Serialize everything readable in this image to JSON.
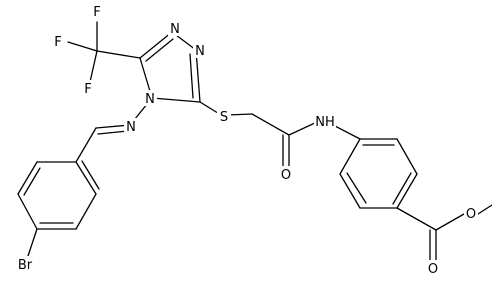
{
  "molecule": {
    "atoms": {
      "f1": "F",
      "f2": "F",
      "f3": "F",
      "n_triazole_1": "N",
      "n_triazole_2": "N",
      "n_triazole_4": "N",
      "n_imine": "N",
      "s_thioether": "S",
      "nh_amide": "NH",
      "o_amide": "O",
      "o_ester_carbonyl": "O",
      "o_ester_ether": "O",
      "br": "Br"
    }
  }
}
